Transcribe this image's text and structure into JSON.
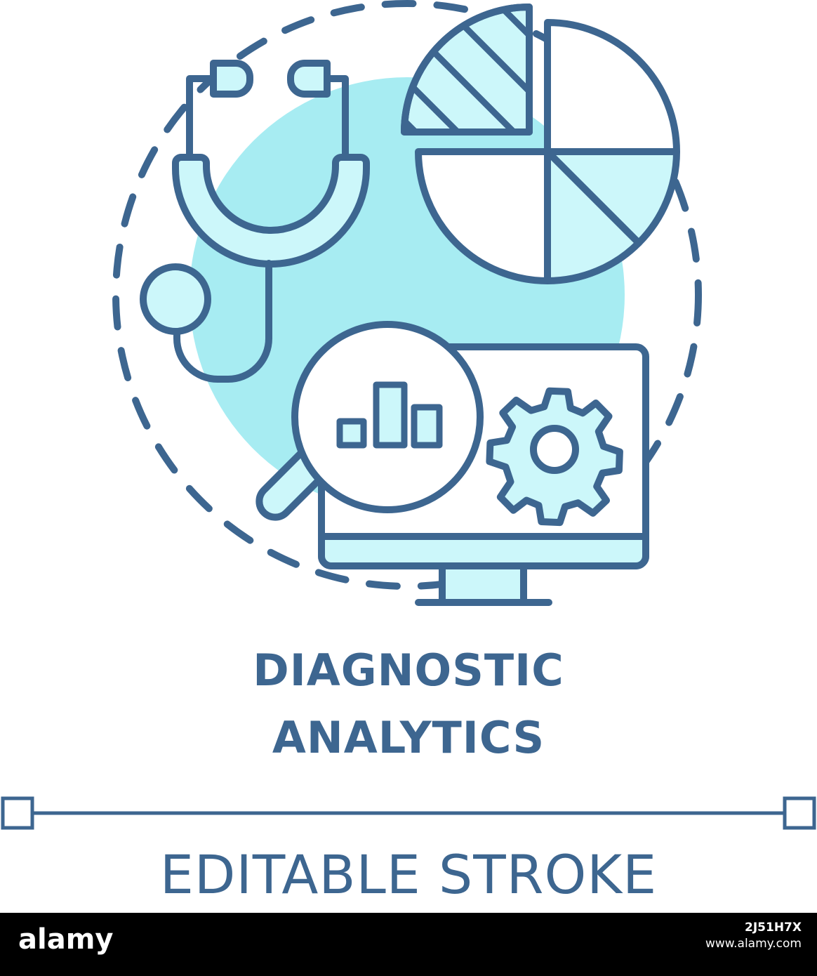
{
  "title_lines": [
    "DIAGNOSTIC",
    "ANALYTICS"
  ],
  "caption": "EDITABLE STROKE",
  "watermark": {
    "logo": "alamy",
    "image_id": "2J51H7X",
    "url": "www.alamy.com"
  },
  "icons": [
    "stethoscope-icon",
    "pie-chart-icon",
    "magnifier-icon",
    "bar-chart-icon",
    "monitor-icon",
    "gear-icon"
  ],
  "colors": {
    "stroke": "#3d6690",
    "fill_light": "#ccf7fa",
    "backdrop": "#a7ecf2",
    "watermark_bg": "#000000"
  }
}
